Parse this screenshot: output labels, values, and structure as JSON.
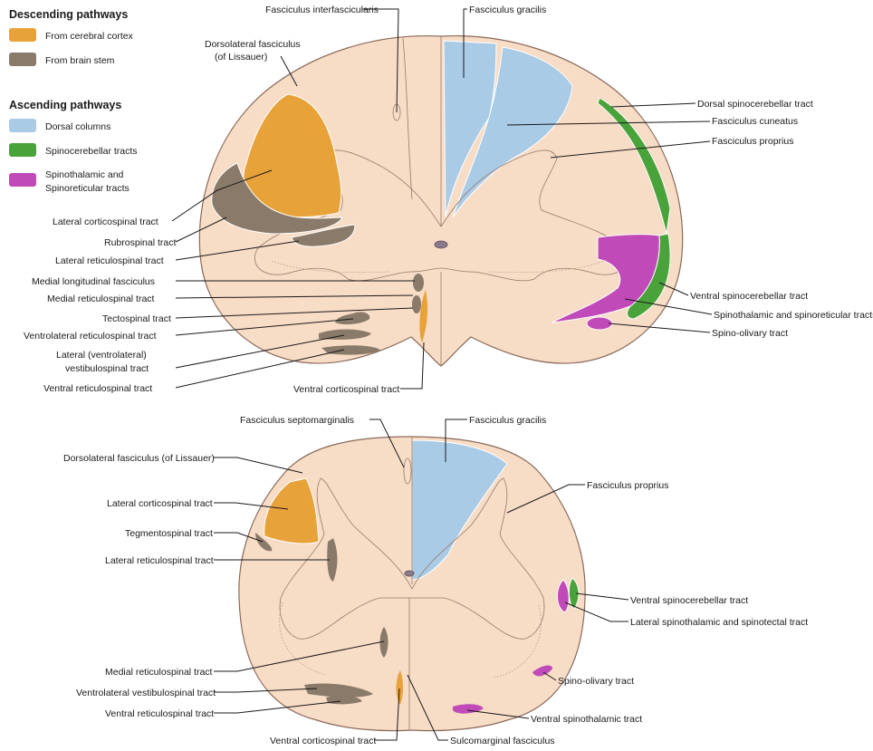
{
  "legend": {
    "descending_heading": "Descending pathways",
    "descending_items": [
      {
        "label": "From cerebral cortex",
        "color": "#e8a23a"
      },
      {
        "label": "From brain stem",
        "color": "#8a7a6a"
      }
    ],
    "ascending_heading": "Ascending pathways",
    "ascending_items": [
      {
        "label": "Dorsal columns",
        "color": "#a9cbe6"
      },
      {
        "label": "Spinocerebellar tracts",
        "color": "#4aa33a"
      },
      {
        "label_line1": "Spinothalamic and",
        "label_line2": "Spinoreticular tracts",
        "color": "#c04ab8"
      }
    ]
  },
  "colors": {
    "white_matter": "#f7dcc6",
    "gray_matter": "#f0b8aa",
    "outline": "#8a6a5a"
  },
  "top_section": {
    "labels": {
      "fasciculus_interfascicularis": "Fasciculus interfascicularis",
      "fasciculus_gracilis": "Fasciculus gracilis",
      "dorsolateral_fasciculus_line1": "Dorsolateral fasciculus",
      "dorsolateral_fasciculus_line2": "(of Lissauer)",
      "dorsal_spinocerebellar_tract": "Dorsal spinocerebellar tract",
      "fasciculus_cuneatus": "Fasciculus cuneatus",
      "fasciculus_proprius": "Fasciculus proprius",
      "lateral_corticospinal_tract": "Lateral corticospinal tract",
      "rubrospinal_tract": "Rubrospinal tract",
      "lateral_reticulospinal_tract": "Lateral reticulospinal tract",
      "medial_longitudinal_fasciculus": "Medial longitudinal fasciculus",
      "medial_reticulospinal_tract": "Medial reticulospinal tract",
      "tectospinal_tract": "Tectospinal tract",
      "ventrolateral_reticulospinal_tract": "Ventrolateral reticulospinal tract",
      "lateral_vestibulospinal_line1": "Lateral (ventrolateral)",
      "lateral_vestibulospinal_line2": "vestibulospinal tract",
      "ventral_reticulospinal_tract": "Ventral reticulospinal tract",
      "ventral_corticospinal_tract": "Ventral corticospinal tract",
      "ventral_spinocerebellar_tract": "Ventral spinocerebellar tract",
      "spinothalamic_spinoreticular": "Spinothalamic and spinoreticular tracts",
      "spino_olivary_tract": "Spino-olivary tract"
    }
  },
  "bottom_section": {
    "labels": {
      "fasciculus_septomarginalis": "Fasciculus septomarginalis",
      "fasciculus_gracilis": "Fasciculus gracilis",
      "dorsolateral_fasciculus": "Dorsolateral fasciculus (of Lissauer)",
      "fasciculus_proprius": "Fasciculus proprius",
      "lateral_corticospinal_tract": "Lateral corticospinal tract",
      "tegmentospinal_tract": "Tegmentospinal tract",
      "lateral_reticulospinal_tract": "Lateral reticulospinal tract",
      "ventral_spinocerebellar_tract": "Ventral spinocerebellar tract",
      "lateral_spinothalamic_spinotectal": "Lateral spinothalamic and spinotectal tract",
      "medial_reticulospinal_tract": "Medial reticulospinal tract",
      "spino_olivary_tract": "Spino-olivary tract",
      "ventrolateral_vestibulospinal_tract": "Ventrolateral vestibulospinal tract",
      "ventral_reticulospinal_tract": "Ventral reticulospinal tract",
      "ventral_spinothalamic_tract": "Ventral spinothalamic tract",
      "ventral_corticospinal_tract": "Ventral corticospinal tract",
      "sulcomarginal_fasciculus": "Sulcomarginal fasciculus"
    }
  }
}
